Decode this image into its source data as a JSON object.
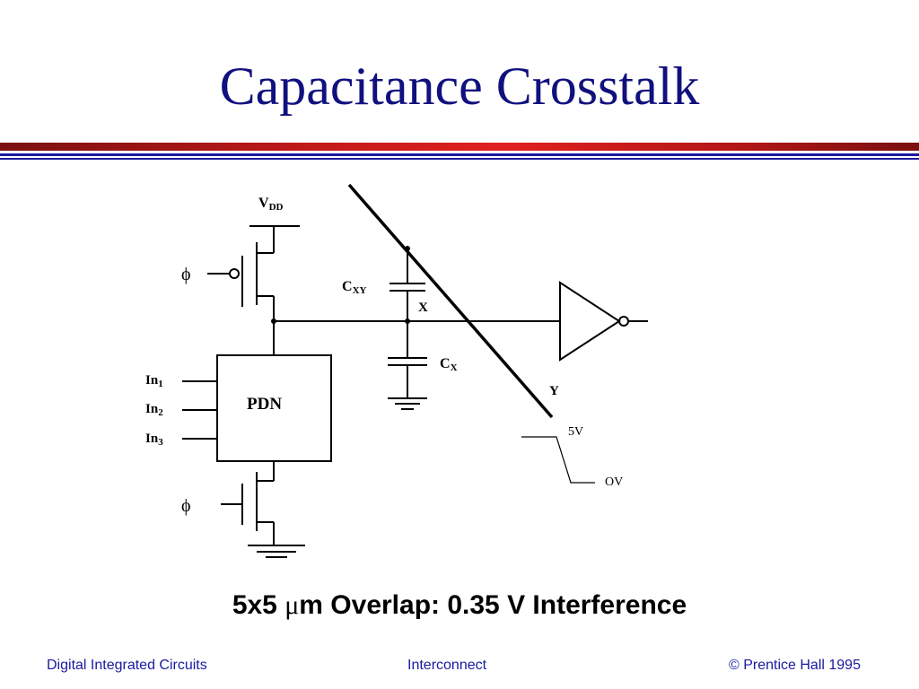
{
  "slide": {
    "title": "Capacitance Crosstalk",
    "subtitle_prefix": "5x5 ",
    "subtitle_mu": "μ",
    "subtitle_suffix": "m Overlap: 0.35 V Interference"
  },
  "diagram": {
    "vdd_main": "V",
    "vdd_sub": "DD",
    "phi_top": "ϕ",
    "phi_bottom": "ϕ",
    "cxy_main": "C",
    "cxy_sub": "XY",
    "cx_main": "C",
    "cx_sub": "X",
    "node_x": "X",
    "node_y": "Y",
    "pdn": "PDN",
    "in1_main": "In",
    "in1_sub": "1",
    "in2_main": "In",
    "in2_sub": "2",
    "in3_main": "In",
    "in3_sub": "3",
    "v_high": "5V",
    "v_low": "OV"
  },
  "footer": {
    "left": "Digital Integrated Circuits",
    "center": "Interconnect",
    "right": "© Prentice Hall 1995"
  },
  "colors": {
    "title": "#10107e",
    "footer": "#1a1aa0",
    "rule_red": "#c41a1a",
    "rule_blue": "#1a1aa0"
  }
}
